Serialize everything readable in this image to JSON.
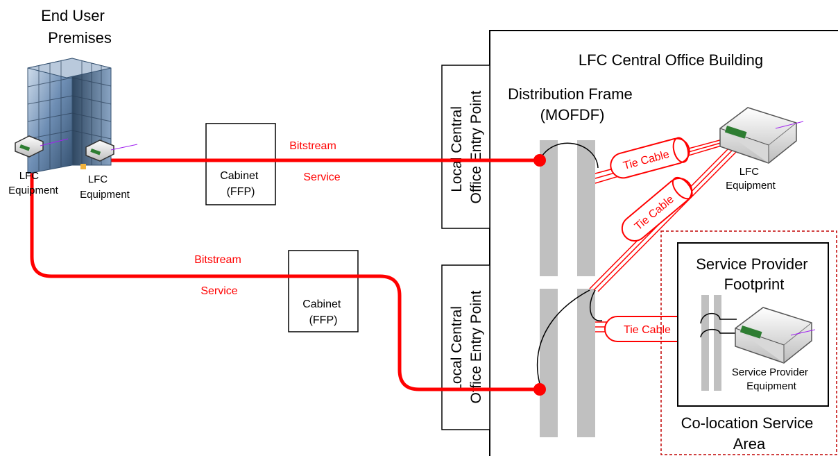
{
  "labels": {
    "end_user_premises_line1": "End User",
    "end_user_premises_line2": "Premises",
    "lfc_equipment_left_line1": "LFC",
    "lfc_equipment_left_line2": "Equipment",
    "lfc_equipment_right_line1": "LFC",
    "lfc_equipment_right_line2": "Equipment",
    "central_office_building": "LFC Central Office Building",
    "distribution_frame_line1": "Distribution Frame",
    "distribution_frame_line2": "(MOFDF)",
    "entry_point_line1": "Local Central",
    "entry_point_line2": "Office Entry Point",
    "cabinet_line1": "Cabinet",
    "cabinet_line2": "(FFP)",
    "bitstream": "Bitstream",
    "service": "Service",
    "tie_cable": "Tie Cable",
    "co_lfc_equipment_line1": "LFC",
    "co_lfc_equipment_line2": "Equipment",
    "service_provider_footprint_line1": "Service Provider",
    "service_provider_footprint_line2": "Footprint",
    "sp_equipment_line1": "Service Provider",
    "sp_equipment_line2": "Equipment",
    "colocation_line1": "Co-location Service",
    "colocation_line2": "Area"
  },
  "colors": {
    "service_line": "#ff0000",
    "frame": "#c0c0c0",
    "outline": "#000000",
    "building_glass": "#6f8fb5"
  },
  "icons": {
    "building": "office-building-icon",
    "equipment": "network-equipment-icon"
  }
}
